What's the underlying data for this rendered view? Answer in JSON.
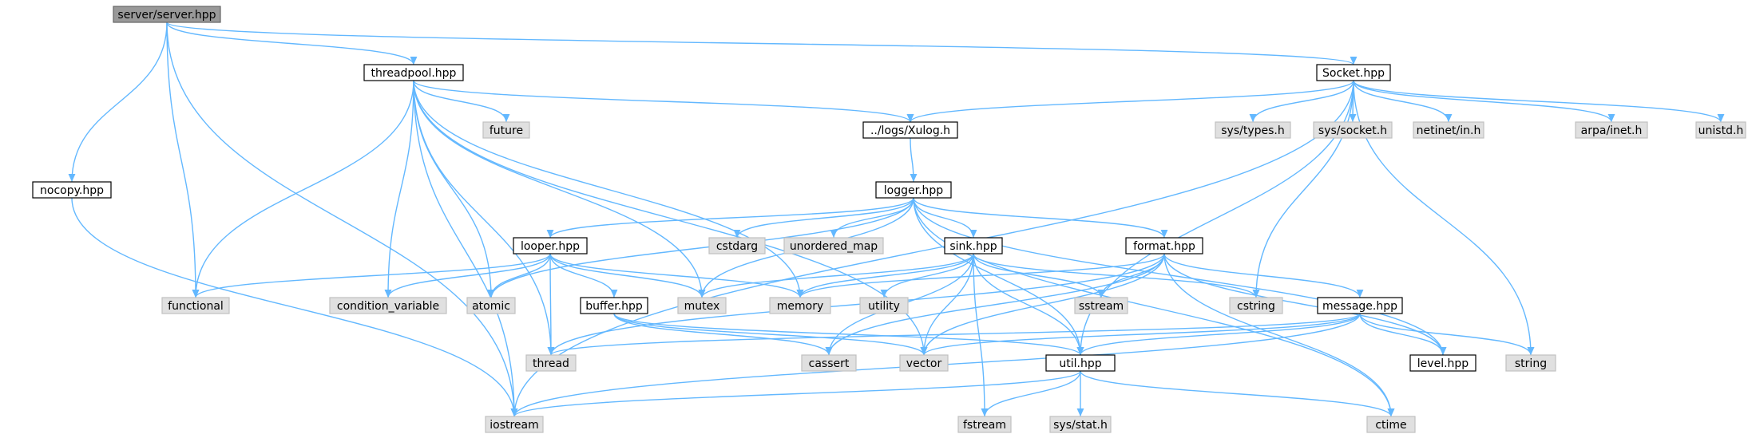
{
  "colors": {
    "edge": "#63b8ff",
    "root_fill": "#999999",
    "local_fill": "#ffffff",
    "local_border": "#000000",
    "system_fill": "#e0e0e0",
    "system_border": "#c0c0c0",
    "text": "#000000"
  },
  "nodes": [
    {
      "id": "server",
      "label": "server/server.hpp",
      "kind": "root"
    },
    {
      "id": "threadpool",
      "label": "threadpool.hpp",
      "kind": "local"
    },
    {
      "id": "socket",
      "label": "Socket.hpp",
      "kind": "local"
    },
    {
      "id": "nocopy",
      "label": "nocopy.hpp",
      "kind": "local"
    },
    {
      "id": "future",
      "label": "future",
      "kind": "system"
    },
    {
      "id": "xulog",
      "label": "../logs/Xulog.h",
      "kind": "local"
    },
    {
      "id": "systypes",
      "label": "sys/types.h",
      "kind": "system"
    },
    {
      "id": "syssocket",
      "label": "sys/socket.h",
      "kind": "system"
    },
    {
      "id": "netinet",
      "label": "netinet/in.h",
      "kind": "system"
    },
    {
      "id": "arpainet",
      "label": "arpa/inet.h",
      "kind": "system"
    },
    {
      "id": "unistd",
      "label": "unistd.h",
      "kind": "system"
    },
    {
      "id": "logger",
      "label": "logger.hpp",
      "kind": "local"
    },
    {
      "id": "cstdarg",
      "label": "cstdarg",
      "kind": "system"
    },
    {
      "id": "unordered",
      "label": "unordered_map",
      "kind": "system"
    },
    {
      "id": "looper",
      "label": "looper.hpp",
      "kind": "local"
    },
    {
      "id": "sink",
      "label": "sink.hpp",
      "kind": "local"
    },
    {
      "id": "format",
      "label": "format.hpp",
      "kind": "local"
    },
    {
      "id": "functional",
      "label": "functional",
      "kind": "system"
    },
    {
      "id": "condvar",
      "label": "condition_variable",
      "kind": "system"
    },
    {
      "id": "atomic",
      "label": "atomic",
      "kind": "system"
    },
    {
      "id": "mutex",
      "label": "mutex",
      "kind": "system"
    },
    {
      "id": "memory",
      "label": "memory",
      "kind": "system"
    },
    {
      "id": "utility",
      "label": "utility",
      "kind": "system"
    },
    {
      "id": "sstream",
      "label": "sstream",
      "kind": "system"
    },
    {
      "id": "cstring",
      "label": "cstring",
      "kind": "system"
    },
    {
      "id": "buffer",
      "label": "buffer.hpp",
      "kind": "local"
    },
    {
      "id": "message",
      "label": "message.hpp",
      "kind": "local"
    },
    {
      "id": "string",
      "label": "string",
      "kind": "system"
    },
    {
      "id": "thread",
      "label": "thread",
      "kind": "system"
    },
    {
      "id": "cassert",
      "label": "cassert",
      "kind": "system"
    },
    {
      "id": "vector",
      "label": "vector",
      "kind": "system"
    },
    {
      "id": "util",
      "label": "util.hpp",
      "kind": "local"
    },
    {
      "id": "level",
      "label": "level.hpp",
      "kind": "local"
    },
    {
      "id": "iostream",
      "label": "iostream",
      "kind": "system"
    },
    {
      "id": "fstream",
      "label": "fstream",
      "kind": "system"
    },
    {
      "id": "sysstat",
      "label": "sys/stat.h",
      "kind": "system"
    },
    {
      "id": "ctime",
      "label": "ctime",
      "kind": "system"
    }
  ],
  "edges": [
    [
      "server",
      "threadpool"
    ],
    [
      "server",
      "socket"
    ],
    [
      "server",
      "nocopy"
    ],
    [
      "server",
      "functional"
    ],
    [
      "server",
      "iostream"
    ],
    [
      "nocopy",
      "iostream"
    ],
    [
      "threadpool",
      "future"
    ],
    [
      "threadpool",
      "xulog"
    ],
    [
      "threadpool",
      "functional"
    ],
    [
      "threadpool",
      "condvar"
    ],
    [
      "threadpool",
      "atomic"
    ],
    [
      "threadpool",
      "mutex"
    ],
    [
      "threadpool",
      "memory"
    ],
    [
      "threadpool",
      "thread"
    ],
    [
      "threadpool",
      "vector"
    ],
    [
      "threadpool",
      "iostream"
    ],
    [
      "socket",
      "xulog"
    ],
    [
      "socket",
      "systypes"
    ],
    [
      "socket",
      "syssocket"
    ],
    [
      "socket",
      "netinet"
    ],
    [
      "socket",
      "arpainet"
    ],
    [
      "socket",
      "unistd"
    ],
    [
      "socket",
      "cstring"
    ],
    [
      "socket",
      "string"
    ],
    [
      "socket",
      "util"
    ],
    [
      "socket",
      "iostream"
    ],
    [
      "xulog",
      "logger"
    ],
    [
      "logger",
      "looper"
    ],
    [
      "logger",
      "sink"
    ],
    [
      "logger",
      "format"
    ],
    [
      "logger",
      "cstdarg"
    ],
    [
      "logger",
      "unordered"
    ],
    [
      "logger",
      "atomic"
    ],
    [
      "logger",
      "mutex"
    ],
    [
      "logger",
      "level"
    ],
    [
      "logger",
      "util"
    ],
    [
      "logger",
      "ctime"
    ],
    [
      "looper",
      "functional"
    ],
    [
      "looper",
      "condvar"
    ],
    [
      "looper",
      "atomic"
    ],
    [
      "looper",
      "thread"
    ],
    [
      "looper",
      "buffer"
    ],
    [
      "looper",
      "mutex"
    ],
    [
      "looper",
      "memory"
    ],
    [
      "sink",
      "memory"
    ],
    [
      "sink",
      "utility"
    ],
    [
      "sink",
      "sstream"
    ],
    [
      "sink",
      "cstring"
    ],
    [
      "sink",
      "cassert"
    ],
    [
      "sink",
      "vector"
    ],
    [
      "sink",
      "util"
    ],
    [
      "sink",
      "fstream"
    ],
    [
      "sink",
      "mutex"
    ],
    [
      "format",
      "memory"
    ],
    [
      "format",
      "sstream"
    ],
    [
      "format",
      "message"
    ],
    [
      "format",
      "level"
    ],
    [
      "format",
      "thread"
    ],
    [
      "format",
      "cassert"
    ],
    [
      "format",
      "vector"
    ],
    [
      "format",
      "ctime"
    ],
    [
      "buffer",
      "cassert"
    ],
    [
      "buffer",
      "vector"
    ],
    [
      "buffer",
      "util"
    ],
    [
      "message",
      "level"
    ],
    [
      "message",
      "string"
    ],
    [
      "message",
      "util"
    ],
    [
      "message",
      "thread"
    ],
    [
      "message",
      "vector"
    ],
    [
      "message",
      "iostream"
    ],
    [
      "util",
      "iostream"
    ],
    [
      "util",
      "fstream"
    ],
    [
      "util",
      "sysstat"
    ],
    [
      "util",
      "ctime"
    ]
  ]
}
